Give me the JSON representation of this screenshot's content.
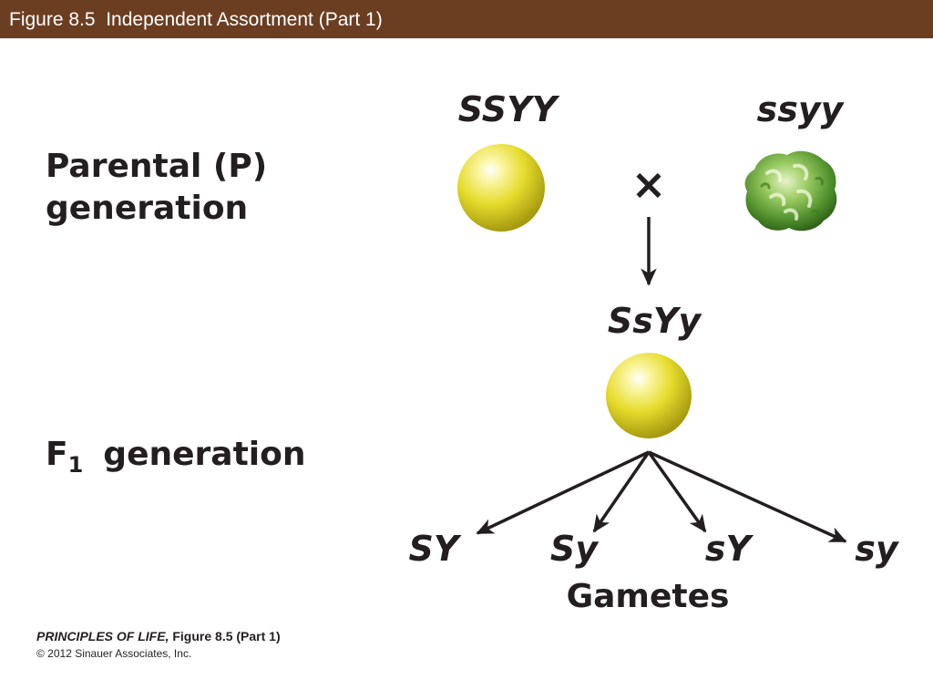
{
  "header": {
    "title": "Figure 8.5  Independent Assortment (Part 1)"
  },
  "parental": {
    "label_line1": "Parental (P)",
    "label_line2": "generation",
    "left_genotype": "SSYY",
    "right_genotype": "ssyy",
    "cross_symbol": "×",
    "left_seed": {
      "shape": "round",
      "color": "yellow"
    },
    "right_seed": {
      "shape": "wrinkled",
      "color": "green"
    }
  },
  "f1": {
    "label_letter": "F",
    "label_subscript": "1",
    "label_rest": "generation",
    "genotype": "SsYy",
    "seed": {
      "shape": "round",
      "color": "yellow"
    }
  },
  "gametes": {
    "label": "Gametes",
    "items": [
      "SY",
      "Sy",
      "sY",
      "sy"
    ]
  },
  "colors": {
    "title_bar": "#6b3e22",
    "text": "#231f20",
    "yellow_seed": "#e4dc2a",
    "green_seed": "#5c9a34"
  },
  "footer": {
    "book": "PRINCIPLES OF LIFE,",
    "figure": "Figure 8.5 (Part 1)",
    "copyright": "© 2012 Sinauer Associates, Inc."
  }
}
